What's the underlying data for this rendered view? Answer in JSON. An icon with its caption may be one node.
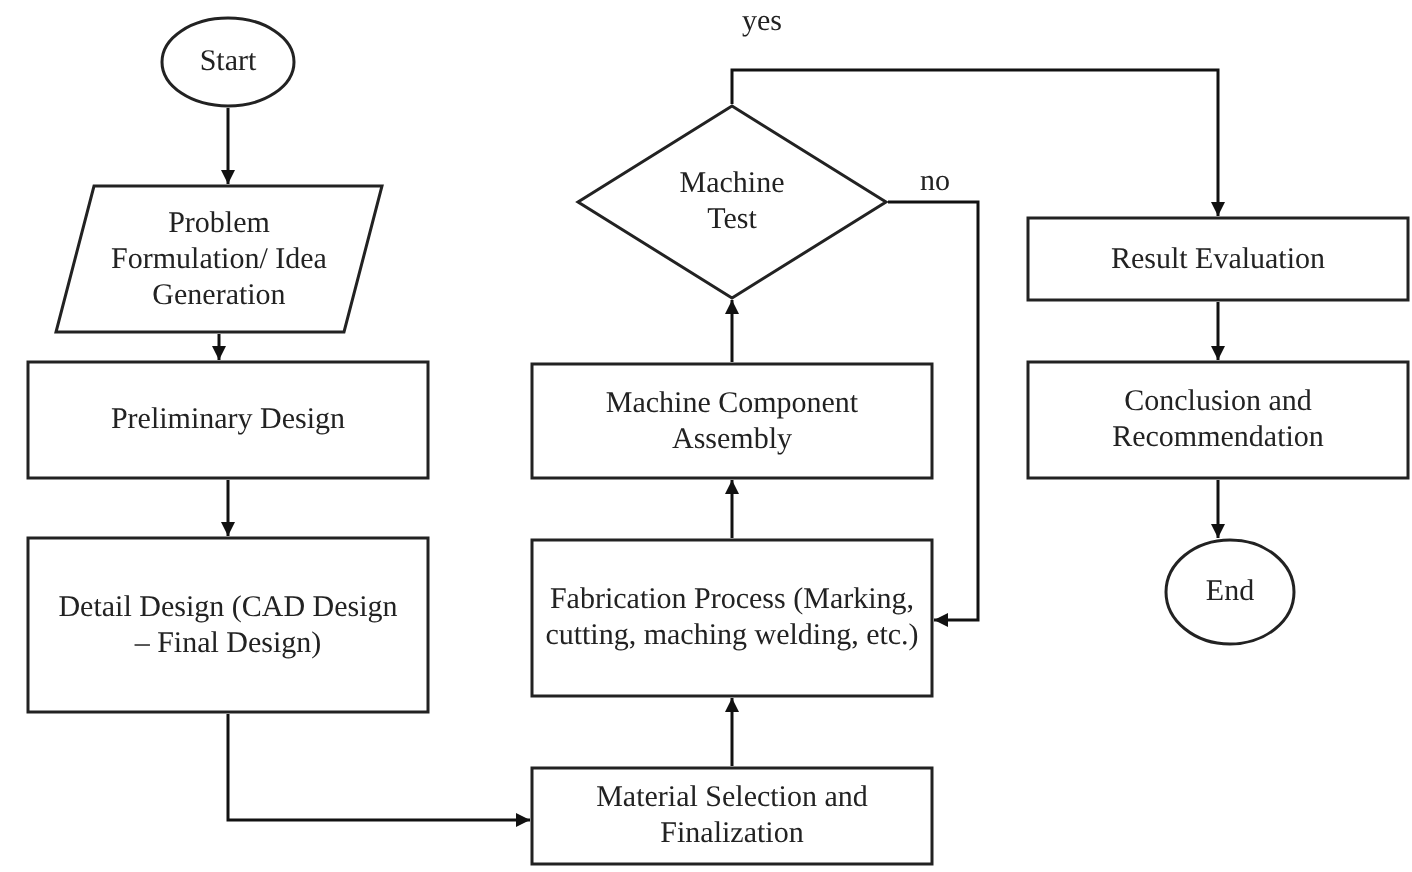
{
  "diagram": {
    "nodes": [
      {
        "text": [
          "Start"
        ]
      },
      {
        "text": [
          "Problem Formulation/ Idea Generation"
        ]
      },
      {
        "text": [
          "Preliminary Design"
        ]
      },
      {
        "text": [
          "Detail Design (CAD Design – Final Design)"
        ]
      },
      {
        "text": [
          "Machine Test"
        ]
      },
      {
        "text": [
          "Machine Component Assembly"
        ]
      },
      {
        "text": [
          "Fabrication Process (Marking, cutting, maching welding, etc.)"
        ]
      },
      {
        "text": [
          "Material Selection and Finalization"
        ]
      },
      {
        "text": [
          "Result Evaluation"
        ]
      },
      {
        "text": [
          "Conclusion and Recommendation"
        ]
      },
      {
        "text": [
          "End"
        ]
      }
    ],
    "edges": [
      {
        "from": 0,
        "to": 1,
        "arrow": "to"
      },
      {
        "from": 1,
        "to": 2,
        "arrow": "to"
      },
      {
        "from": 2,
        "to": 3,
        "arrow": "to"
      },
      {
        "from": 3,
        "to": 7,
        "arrow": "to"
      },
      {
        "from": 7,
        "to": 6,
        "arrow": "to"
      },
      {
        "from": 6,
        "to": 5,
        "arrow": "to"
      },
      {
        "from": 5,
        "to": 4,
        "arrow": "to"
      },
      {
        "from": 4,
        "to": 8,
        "label": "yes",
        "arrow": "to"
      },
      {
        "from": 4,
        "to": 6,
        "label": "no",
        "arrow": "to"
      },
      {
        "from": 8,
        "to": 9,
        "arrow": "to"
      },
      {
        "from": 9,
        "to": 10,
        "arrow": "to"
      }
    ]
  }
}
